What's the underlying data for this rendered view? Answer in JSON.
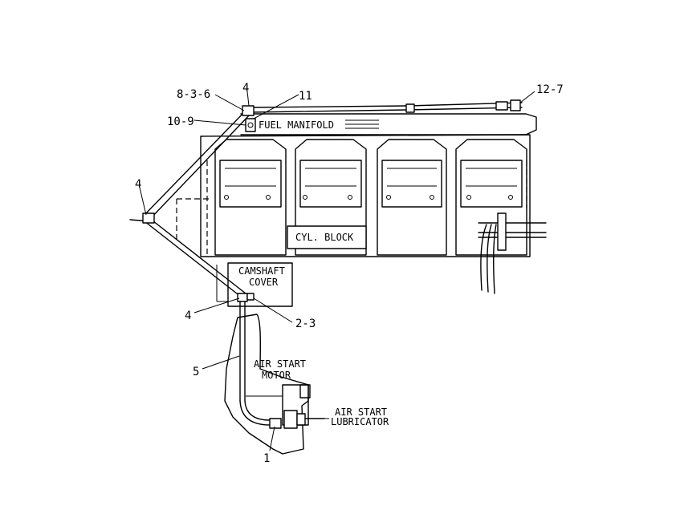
{
  "labels": {
    "fuel_manifold": "FUEL MANIFOLD",
    "cyl_block": "CYL. BLOCK",
    "camshaft_cover_1": "CAMSHAFT",
    "camshaft_cover_2": "COVER",
    "air_start_motor_1": "AIR START",
    "air_start_motor_2": "MOTOR",
    "air_start_lubricator_1": "AIR START",
    "air_start_lubricator_2": "LUBRICATOR"
  },
  "callouts": {
    "c_8_3_6": "8-3-6",
    "c_4_top": "4",
    "c_11": "11",
    "c_10_9": "10-9",
    "c_12_7": "12-7",
    "c_4_left": "4",
    "c_4_lower": "4",
    "c_2_3": "2-3",
    "c_5": "5",
    "c_1": "1"
  }
}
